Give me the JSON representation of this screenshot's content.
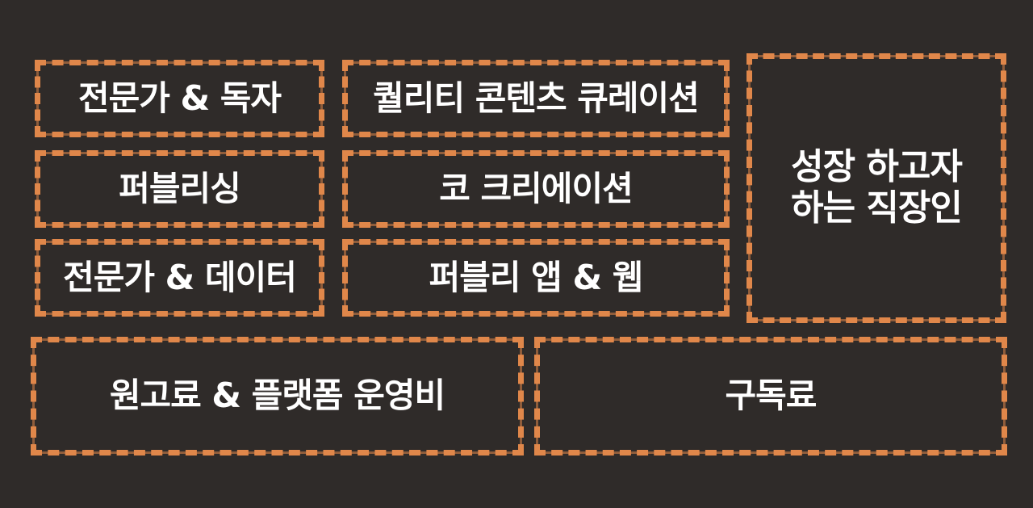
{
  "boxes": {
    "expert_readers": "전문가 & 독자",
    "quality_curation": "퀄리티 콘텐츠 큐레이션",
    "growth_workers_line1": "성장 하고자",
    "growth_workers_line2": "하는 직장인",
    "publishing": "퍼블리싱",
    "co_creation": "코 크리에이션",
    "expert_data": "전문가 & 데이터",
    "publy_app_web": "퍼블리 앱 & 웹",
    "manuscript_platform_cost": "원고료 & 플랫폼 운영비",
    "subscription_fee": "구독료"
  },
  "colors": {
    "background": "#2f2b29",
    "border": "#e0874a",
    "text": "#ffffff"
  }
}
